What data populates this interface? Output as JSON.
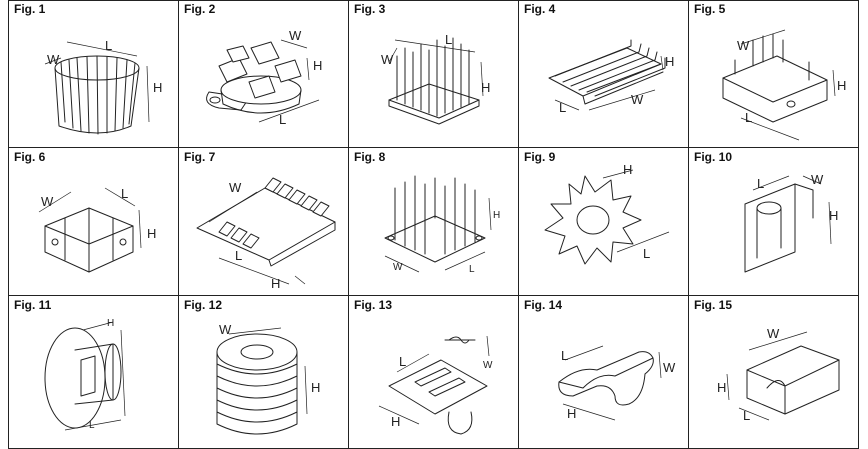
{
  "figures": [
    {
      "label": "Fig. 1",
      "dims": [
        "W",
        "L",
        "H"
      ]
    },
    {
      "label": "Fig. 2",
      "dims": [
        "W",
        "H",
        "L"
      ]
    },
    {
      "label": "Fig. 3",
      "dims": [
        "W",
        "L",
        "H"
      ]
    },
    {
      "label": "Fig. 4",
      "dims": [
        "H",
        "L",
        "W"
      ]
    },
    {
      "label": "Fig. 5",
      "dims": [
        "W",
        "H",
        "L"
      ]
    },
    {
      "label": "Fig. 6",
      "dims": [
        "W",
        "L",
        "H"
      ]
    },
    {
      "label": "Fig. 7",
      "dims": [
        "W",
        "L",
        "H"
      ]
    },
    {
      "label": "Fig. 8",
      "dims": [
        "H",
        "W",
        "L"
      ]
    },
    {
      "label": "Fig. 9",
      "dims": [
        "H",
        "L"
      ]
    },
    {
      "label": "Fig. 10",
      "dims": [
        "L",
        "W",
        "H"
      ]
    },
    {
      "label": "Fig. 11",
      "dims": [
        "H",
        "L"
      ]
    },
    {
      "label": "Fig. 12",
      "dims": [
        "W",
        "H"
      ]
    },
    {
      "label": "Fig. 13",
      "dims": [
        "L",
        "W",
        "H"
      ]
    },
    {
      "label": "Fig. 14",
      "dims": [
        "L",
        "W",
        "H"
      ]
    },
    {
      "label": "Fig. 15",
      "dims": [
        "W",
        "H",
        "L"
      ]
    }
  ]
}
